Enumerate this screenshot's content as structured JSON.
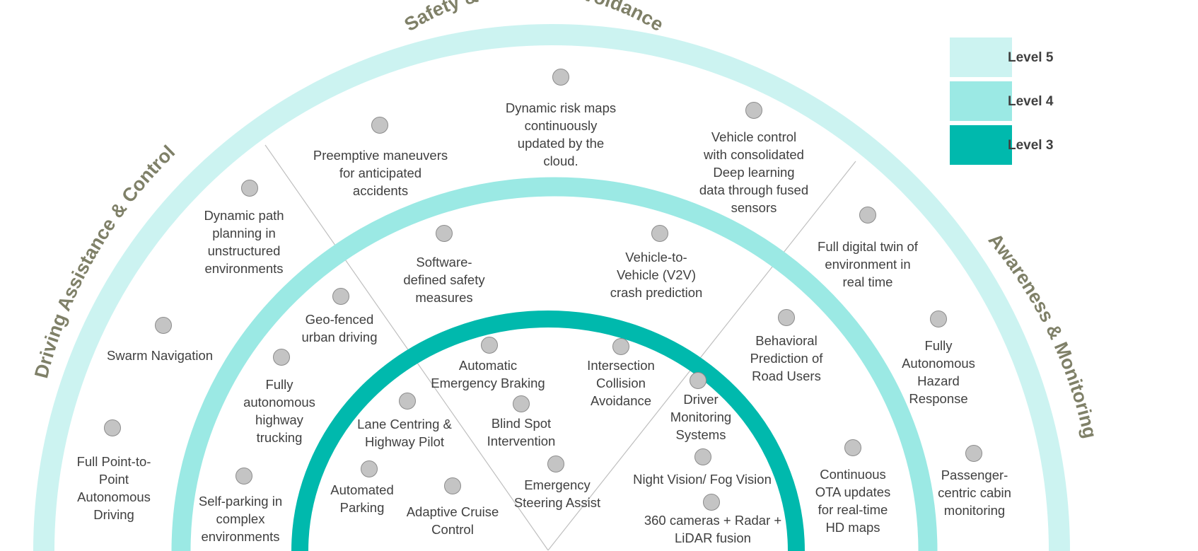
{
  "categories": {
    "top": "Safety & Collision Avoidance",
    "left": "Driving Assistance & Control",
    "right": "Awareness & Monitoring"
  },
  "legend": [
    {
      "label": "Level 5",
      "color": "#ccf3f1"
    },
    {
      "label": "Level 4",
      "color": "#9be9e4"
    },
    {
      "label": "Level 3",
      "color": "#00b9ad"
    }
  ],
  "colors": {
    "level5": "#ccf3f1",
    "level4": "#9be9e4",
    "level3": "#00b9ad",
    "divider": "#bfbfbf",
    "title": "#7f8068",
    "text": "#404040",
    "dot_fill": "#c4c4c4",
    "dot_stroke": "#8c8c8c"
  },
  "features": [
    {
      "text": "Dynamic risk maps\ncontinuously\nupdated by the\ncloud.",
      "level": "Level 5",
      "category": "Safety & Collision Avoidance"
    },
    {
      "text": "Preemptive maneuvers\nfor anticipated\naccidents",
      "level": "Level 5",
      "category": "Safety & Collision Avoidance"
    },
    {
      "text": "Vehicle control\nwith consolidated\nDeep learning\ndata through fused\nsensors",
      "level": "Level 5",
      "category": "Safety & Collision Avoidance"
    },
    {
      "text": "Dynamic path\nplanning in\nunstructured\nenvironments",
      "level": "Level 5",
      "category": "Driving Assistance & Control"
    },
    {
      "text": "Swarm Navigation",
      "level": "Level 5",
      "category": "Driving Assistance & Control"
    },
    {
      "text": "Full Point-to-\nPoint\nAutonomous\nDriving",
      "level": "Level 5",
      "category": "Driving Assistance & Control"
    },
    {
      "text": "Full digital twin of\nenvironment in\nreal time",
      "level": "Level 5",
      "category": "Awareness & Monitoring"
    },
    {
      "text": "Fully\nAutonomous\nHazard\nResponse",
      "level": "Level 5",
      "category": "Awareness & Monitoring"
    },
    {
      "text": "Passenger-\ncentric cabin\nmonitoring",
      "level": "Level 5",
      "category": "Awareness & Monitoring"
    },
    {
      "text": "Software-\ndefined safety\nmeasures",
      "level": "Level 4",
      "category": "Safety & Collision Avoidance"
    },
    {
      "text": "Vehicle-to-\nVehicle (V2V)\ncrash prediction",
      "level": "Level 4",
      "category": "Safety & Collision Avoidance"
    },
    {
      "text": "Geo-fenced\nurban driving",
      "level": "Level 4",
      "category": "Driving Assistance & Control"
    },
    {
      "text": "Fully\nautonomous\nhighway\ntrucking",
      "level": "Level 4",
      "category": "Driving Assistance & Control"
    },
    {
      "text": "Self-parking in\ncomplex\nenvironments",
      "level": "Level 4",
      "category": "Driving Assistance & Control"
    },
    {
      "text": "Behavioral\nPrediction of\nRoad Users",
      "level": "Level 4",
      "category": "Awareness & Monitoring"
    },
    {
      "text": "Continuous\nOTA updates\nfor real-time\nHD maps",
      "level": "Level 4",
      "category": "Awareness & Monitoring"
    },
    {
      "text": "Automatic\nEmergency Braking",
      "level": "Level 3",
      "category": "Safety & Collision Avoidance"
    },
    {
      "text": "Intersection\nCollision\nAvoidance",
      "level": "Level 3",
      "category": "Safety & Collision Avoidance"
    },
    {
      "text": "Blind Spot\nIntervention",
      "level": "Level 3",
      "category": "Safety & Collision Avoidance"
    },
    {
      "text": "Emergency\nSteering Assist",
      "level": "Level 3",
      "category": "Safety & Collision Avoidance"
    },
    {
      "text": "Lane Centring &\nHighway Pilot",
      "level": "Level 3",
      "category": "Driving Assistance & Control"
    },
    {
      "text": "Automated\nParking",
      "level": "Level 3",
      "category": "Driving Assistance & Control"
    },
    {
      "text": "Adaptive Cruise\nControl",
      "level": "Level 3",
      "category": "Driving Assistance & Control"
    },
    {
      "text": "Driver\nMonitoring\nSystems",
      "level": "Level 3",
      "category": "Awareness & Monitoring"
    },
    {
      "text": "Night Vision/ Fog Vision",
      "level": "Level 3",
      "category": "Awareness & Monitoring"
    },
    {
      "text": "360 cameras + Radar +\nLiDAR fusion",
      "level": "Level 3",
      "category": "Awareness & Monitoring"
    }
  ]
}
